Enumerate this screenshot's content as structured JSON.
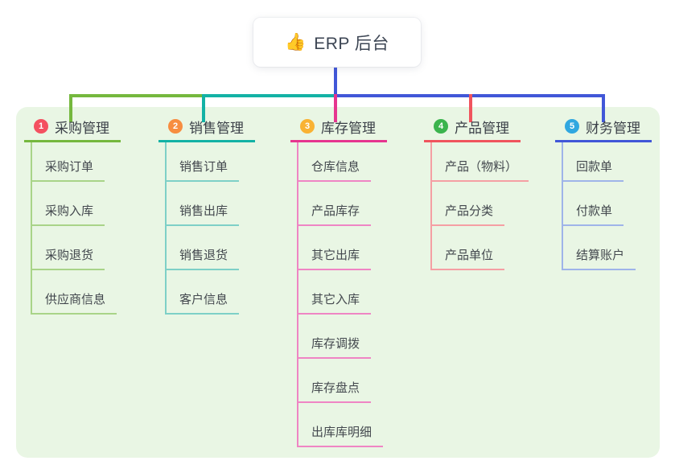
{
  "root": {
    "icon": "thumbs-up-icon",
    "icon_glyph": "👍",
    "label": "ERP 后台"
  },
  "panel_background": "#e9f6e4",
  "connector_stem_color": "#4157d8",
  "branches": [
    {
      "number": "1",
      "title": "采购管理",
      "badge_color": "#f45060",
      "line_color": "#75b83e",
      "child_line_color": "#a9d488",
      "children": [
        "采购订单",
        "采购入库",
        "采购退货",
        "供应商信息"
      ]
    },
    {
      "number": "2",
      "title": "销售管理",
      "badge_color": "#f78d40",
      "line_color": "#13b2a5",
      "child_line_color": "#7ed0c7",
      "children": [
        "销售订单",
        "销售出库",
        "销售退货",
        "客户信息"
      ]
    },
    {
      "number": "3",
      "title": "库存管理",
      "badge_color": "#f9b233",
      "line_color": "#e6358f",
      "child_line_color": "#ef85c4",
      "children": [
        "仓库信息",
        "产品库存",
        "其它出库",
        "其它入库",
        "库存调拨",
        "库存盘点",
        "出库库明细"
      ]
    },
    {
      "number": "4",
      "title": "产品管理",
      "badge_color": "#3bb44d",
      "line_color": "#f0545d",
      "child_line_color": "#f59fa4",
      "children": [
        "产品（物料）",
        "产品分类",
        "产品单位"
      ]
    },
    {
      "number": "5",
      "title": "财务管理",
      "badge_color": "#30a7e0",
      "line_color": "#4157d8",
      "child_line_color": "#9fb4e9",
      "children": [
        "回款单",
        "付款单",
        "结算账户"
      ]
    }
  ]
}
